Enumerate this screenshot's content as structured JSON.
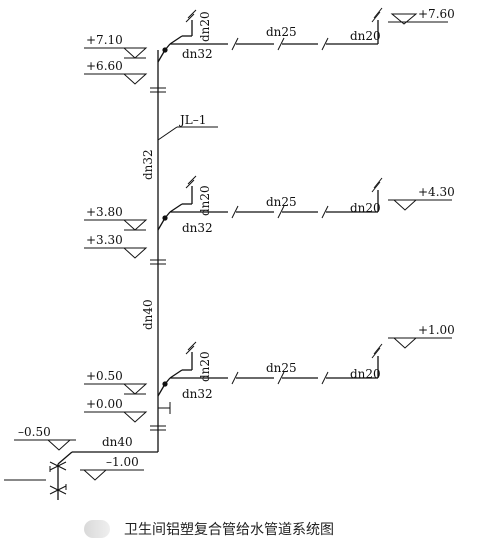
{
  "figure": {
    "caption": "卫生间铝塑复合管给水管道系统图",
    "riser_label": "JL–1"
  },
  "pipe_sizes": {
    "upper_riser": "dn32",
    "lower_riser": "dn40",
    "inlet": "dn40"
  },
  "floors": [
    {
      "branch_size": "dn32",
      "riser_branch": "dn20",
      "mid_size": "dn25",
      "end_size": "dn20",
      "branch_level": "+7.60",
      "floor_level": "+6.60",
      "upper_level": "+7.10"
    },
    {
      "branch_size": "dn32",
      "riser_branch": "dn20",
      "mid_size": "dn25",
      "end_size": "dn20",
      "branch_level": "+4.30",
      "floor_level": "+3.30",
      "upper_level": "+3.80"
    },
    {
      "branch_size": "dn32",
      "riser_branch": "dn20",
      "mid_size": "dn25",
      "end_size": "dn20",
      "branch_level": "+1.00",
      "floor_level": "+0.00",
      "upper_level": "+0.50"
    }
  ],
  "inlet_levels": {
    "ground": "–0.50",
    "pipe": "–1.00"
  },
  "colors": {
    "line": "#111111",
    "caption_badge": "#dcdcdc"
  }
}
